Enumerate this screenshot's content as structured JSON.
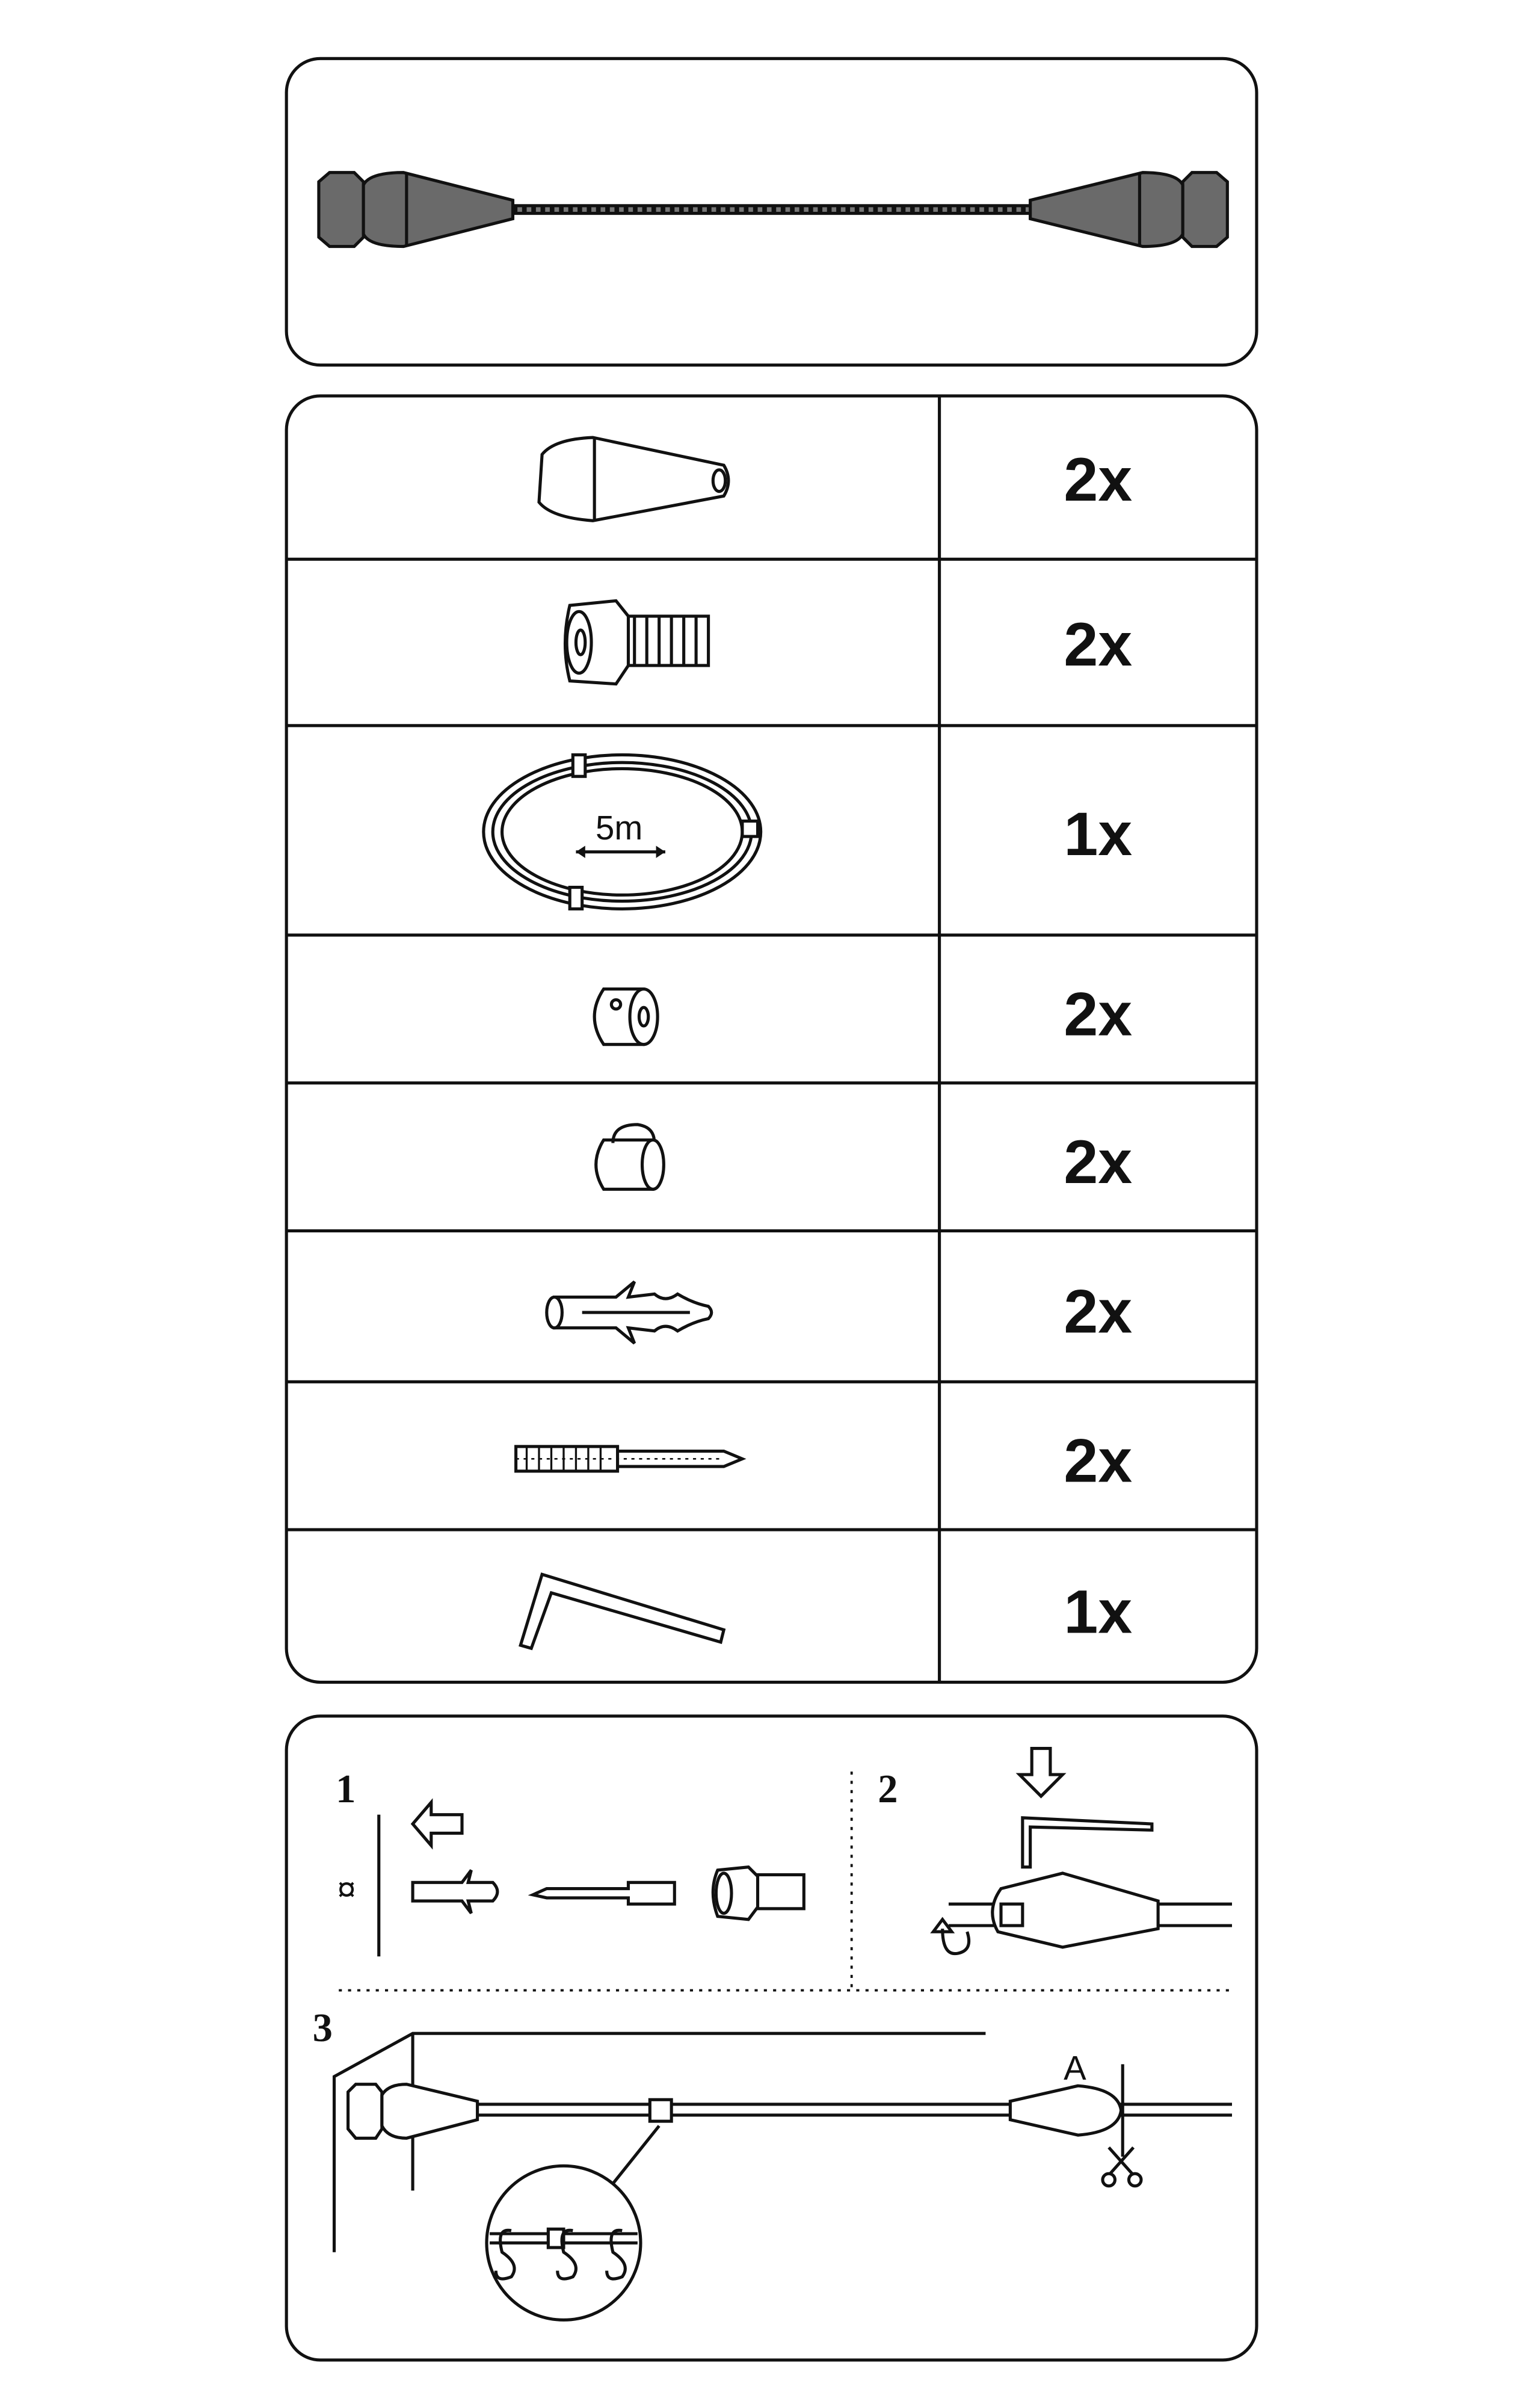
{
  "overview": {
    "title_icon": "cable-kit-assembled"
  },
  "parts": [
    {
      "icon": "cone-end-cap-icon",
      "quantity": "2x"
    },
    {
      "icon": "hex-bolt-icon",
      "quantity": "2x"
    },
    {
      "icon": "wire-coil-icon",
      "quantity": "1x",
      "length_label": "5m"
    },
    {
      "icon": "set-collar-icon",
      "quantity": "2x"
    },
    {
      "icon": "clip-stopper-icon",
      "quantity": "2x"
    },
    {
      "icon": "wall-plug-icon",
      "quantity": "2x"
    },
    {
      "icon": "screw-icon",
      "quantity": "2x"
    },
    {
      "icon": "allen-key-icon",
      "quantity": "1x"
    }
  ],
  "steps": {
    "step1": {
      "number": "1",
      "mark": "¤"
    },
    "step2": {
      "number": "2"
    },
    "step3": {
      "number": "3",
      "point_label": "A"
    }
  },
  "colors": {
    "line": "#111111",
    "metal": "#6a6a6a"
  }
}
